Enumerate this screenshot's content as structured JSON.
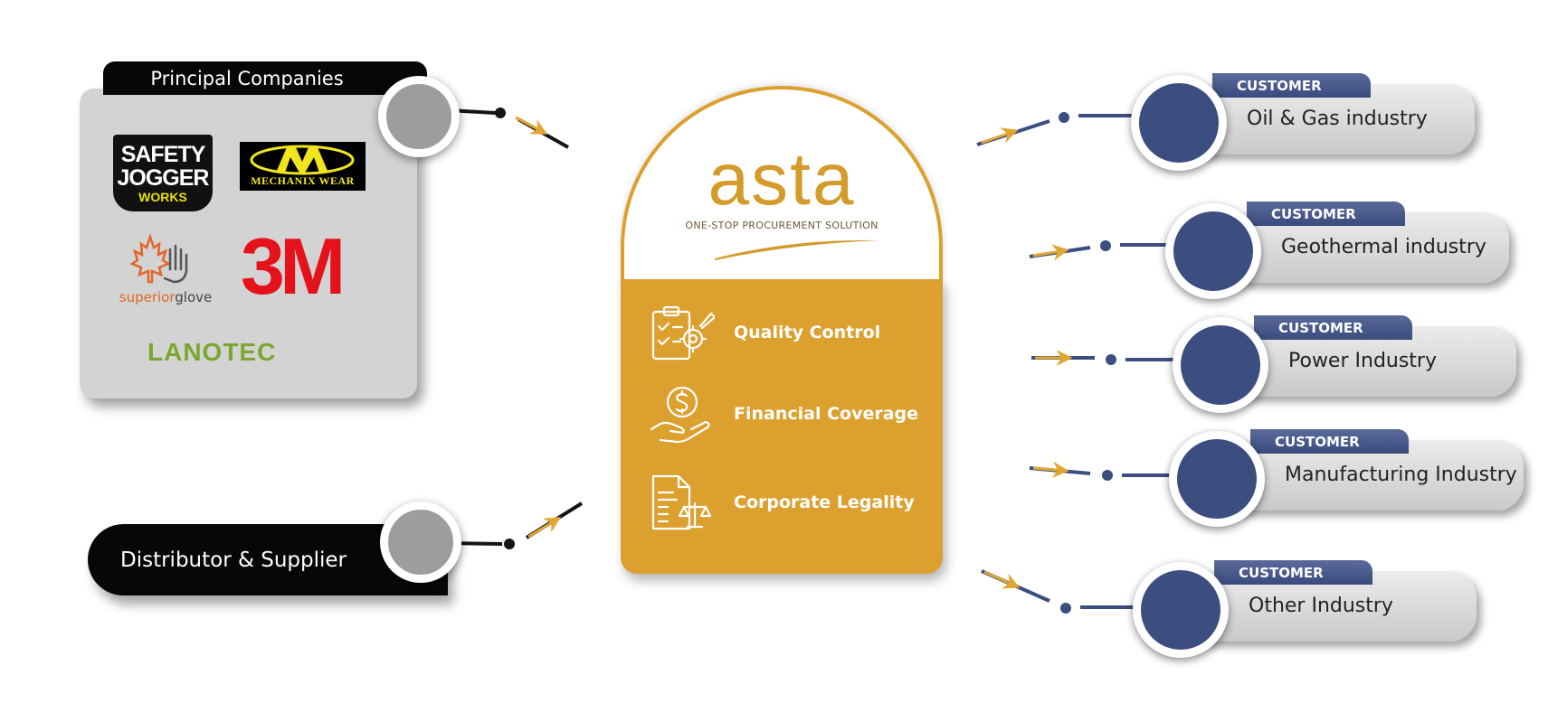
{
  "principal": {
    "title": "Principal Companies",
    "logos": {
      "safety_jogger": {
        "line1": "SAFETY",
        "line2": "JOGGER",
        "line3": "WORKS"
      },
      "mechanix": {
        "text": "MECHANIX WEAR"
      },
      "superior": {
        "part1": "superior",
        "part2": "glove"
      },
      "three_m": {
        "text": "3M"
      },
      "lanotec": {
        "text": "LANOTEC"
      }
    }
  },
  "distributor": {
    "label": "Distributor & Supplier"
  },
  "center": {
    "brand": "asta",
    "tagline": "ONE-STOP PROCUREMENT SOLUTION",
    "features": [
      {
        "label": "Quality Control",
        "icon": "quality-checklist-gear-icon"
      },
      {
        "label": "Financial Coverage",
        "icon": "dollar-hand-icon"
      },
      {
        "label": "Corporate Legality",
        "icon": "legal-document-scale-icon"
      }
    ]
  },
  "customers": [
    {
      "tag": "CUSTOMER",
      "label": "Oil & Gas industry"
    },
    {
      "tag": "CUSTOMER",
      "label": "Geothermal industry"
    },
    {
      "tag": "CUSTOMER",
      "label": "Power Industry"
    },
    {
      "tag": "CUSTOMER",
      "label": "Manufacturing Industry"
    },
    {
      "tag": "CUSTOMER",
      "label": "Other Industry"
    }
  ],
  "colors": {
    "gold": "#dca02f",
    "navy": "#3c4d80",
    "black": "#070707",
    "panel_gray": "#d3d3d3",
    "node_gray": "#9d9d9d",
    "arrow": "#e0a632"
  }
}
